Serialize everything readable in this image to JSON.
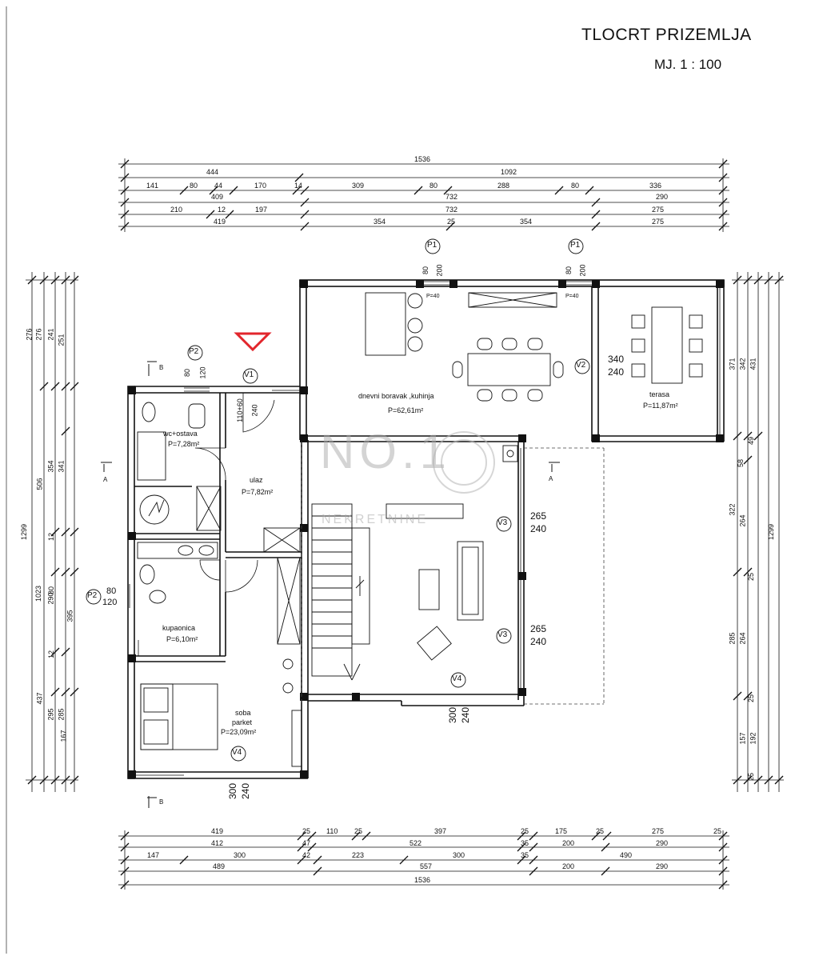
{
  "title": "TLOCRT PRIZEMLJA",
  "scale": "MJ. 1 : 100",
  "watermark": {
    "brand": "NO.1",
    "sub": "NEKRETNINE"
  },
  "rooms": {
    "living": {
      "name": "dnevni boravak ,kuhinja",
      "area": "P=62,61m²"
    },
    "terrace": {
      "name": "terasa",
      "area": "P=11,87m²"
    },
    "wc": {
      "name": "wc+ostava",
      "area": "P=7,28m²"
    },
    "entry": {
      "name": "ulaz",
      "area": "P=7,82m²"
    },
    "bath": {
      "name": "kupaonica",
      "area": "P=6,10m²"
    },
    "bedroom": {
      "name": "soba",
      "floor": "parket",
      "area": "P=23,09m²"
    }
  },
  "openings": {
    "p1_left": {
      "tag": "P1",
      "w": "80",
      "h": "200",
      "sill": "P=40"
    },
    "p1_right": {
      "tag": "P1",
      "w": "80",
      "h": "200",
      "sill": "P=40"
    },
    "p2_top": {
      "tag": "P2",
      "w": "80",
      "h": "120"
    },
    "p2_left": {
      "tag": "P2",
      "w": "80",
      "h": "120"
    },
    "v1": {
      "tag": "V1",
      "w": "110+60",
      "h": "240"
    },
    "v2": {
      "tag": "V2",
      "w": "340",
      "h": "240"
    },
    "v3_top": {
      "tag": "V3",
      "w": "265",
      "h": "240"
    },
    "v3_bot": {
      "tag": "V3",
      "w": "265",
      "h": "240"
    },
    "v4_mid": {
      "tag": "V4",
      "w": "300",
      "h": "240"
    },
    "v4_bot": {
      "tag": "V4",
      "w": "300",
      "h": "240"
    }
  },
  "sections": {
    "a": "A",
    "b": "B"
  },
  "dims": {
    "top": {
      "row1": [
        "1536"
      ],
      "row2": [
        "444",
        "1092"
      ],
      "row3": [
        "141",
        "80",
        "44",
        "170",
        "14",
        "309",
        "80",
        "288",
        "80",
        "336"
      ],
      "row4": [
        "409",
        "732",
        "290"
      ],
      "row5": [
        "210",
        "12",
        "197",
        "732",
        "275"
      ],
      "row6": [
        "419",
        "354",
        "25",
        "354",
        "275"
      ]
    },
    "bottom": {
      "row1": [
        "419",
        "25",
        "110",
        "25",
        "397",
        "25",
        "175",
        "25",
        "275",
        "25"
      ],
      "row2": [
        "412",
        "47",
        "522",
        "35",
        "200",
        "290"
      ],
      "row3": [
        "147",
        "300",
        "42",
        "223",
        "300",
        "35",
        "490"
      ],
      "row4": [
        "489",
        "557",
        "200",
        "290"
      ],
      "row5": [
        "1536"
      ]
    },
    "left": {
      "total": "1299",
      "row2": [
        "506",
        "1023"
      ],
      "row3": [
        "276",
        "241",
        "354",
        "12",
        "80",
        "395",
        "12",
        "437",
        "295",
        "167"
      ],
      "row4": [
        "276",
        "251",
        "341",
        "290",
        "285"
      ]
    },
    "right": {
      "total": "1299",
      "row2": [
        "371",
        "322",
        "285",
        "192"
      ],
      "row3": [
        "342",
        "58",
        "264",
        "264",
        "157"
      ],
      "row4": [
        "431",
        "49",
        "25",
        "25",
        "25"
      ]
    }
  }
}
